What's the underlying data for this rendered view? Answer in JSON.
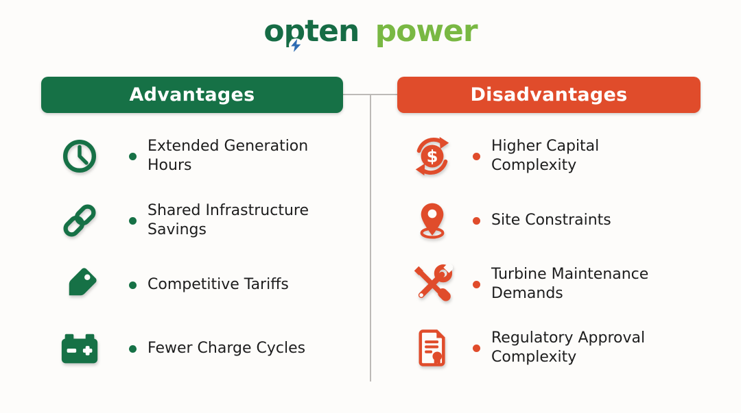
{
  "logo": {
    "wordmark_primary": "opten",
    "wordmark_secondary": "power",
    "primary_color": "#166c45",
    "secondary_color": "#79b843",
    "bolt_icon": "lightning-bolt",
    "bolt_color": "#2e6cb3"
  },
  "advantages": {
    "title": "Advantages",
    "accent_color": "#167146",
    "items": [
      {
        "icon": "clock-icon",
        "text": "Extended Generation Hours"
      },
      {
        "icon": "chain-link-icon",
        "text": "Shared Infrastructure Savings"
      },
      {
        "icon": "price-tag-icon",
        "text": "Competitive Tariffs"
      },
      {
        "icon": "battery-icon",
        "text": "Fewer Charge Cycles"
      }
    ]
  },
  "disadvantages": {
    "title": "Disadvantages",
    "accent_color": "#e04c2b",
    "items": [
      {
        "icon": "money-cycle-icon",
        "text": "Higher Capital Complexity"
      },
      {
        "icon": "location-pin-icon",
        "text": "Site Constraints"
      },
      {
        "icon": "maintenance-tools-icon",
        "text": "Turbine Maintenance Demands"
      },
      {
        "icon": "certificate-icon",
        "text": "Regulatory Approval Complexity"
      }
    ]
  }
}
